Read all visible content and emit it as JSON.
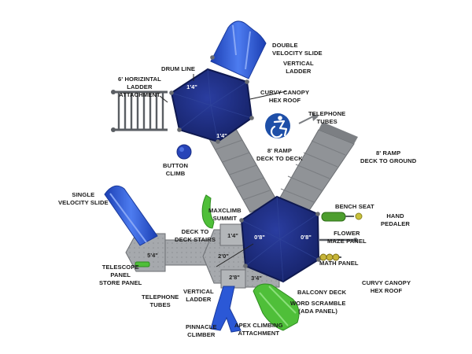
{
  "labels": {
    "double_velocity_slide": [
      "DOUBLE",
      "VELOCITY SLIDE"
    ],
    "vertical_ladder_top": [
      "VERTICAL",
      "LADDER"
    ],
    "drum_line": [
      "DRUM LINE"
    ],
    "horizontal_ladder": [
      "6' HORIZINTAL",
      "LADDER",
      "ATTACHMENT"
    ],
    "curvy_canopy_top": [
      "CURVY CANOPY",
      "HEX ROOF"
    ],
    "telephone_tubes_top": [
      "TELEPHONE",
      "TUBES"
    ],
    "ramp_deck_to_deck": [
      "8' RAMP",
      "DECK TO DECK"
    ],
    "ramp_deck_to_ground": [
      "8' RAMP",
      "DECK TO GROUND"
    ],
    "button_climb": [
      "BUTTON",
      "CLIMB"
    ],
    "single_velocity_slide": [
      "SINGLE",
      "VELOCITY SLIDE"
    ],
    "maxclimb_summit": [
      "MAXCLIMB",
      "SUMMIT"
    ],
    "bench_seat": [
      "BENCH SEAT"
    ],
    "hand_pedaler": [
      "HAND",
      "PEDALER"
    ],
    "deck_to_deck_stairs": [
      "DECK TO",
      "DECK STAIRS"
    ],
    "flower_maze_panel": [
      "FLOWER",
      "MAZE PANEL"
    ],
    "math_panel": [
      "MATH PANEL"
    ],
    "telescope_panel": [
      "TELESCOPE",
      "PANEL",
      "STORE PANEL"
    ],
    "telephone_tubes_bottom": [
      "TELEPHONE",
      "TUBES"
    ],
    "vertical_ladder_bottom": [
      "VERTICAL",
      "LADDER"
    ],
    "balcony_deck": [
      "BALCONY DECK"
    ],
    "curvy_canopy_bottom": [
      "CURVY CANOPY",
      "HEX ROOF"
    ],
    "word_scramble": [
      "WORD SCRAMBLE",
      "(ADA PANEL)"
    ],
    "pinnacle_climber": [
      "PINNACLE",
      "CLIMBER"
    ],
    "apex_climbing": [
      "APEX CLIMBING",
      "ATTACHMENT"
    ]
  },
  "heights": {
    "top_canopy_a": "1'4\"",
    "top_canopy_b": "1'4\"",
    "upper_small_deck": "1'4\"",
    "main_canopy_left": "0'8\"",
    "main_canopy_right": "0'8\"",
    "left_tower": "5'4\"",
    "stair_deck": "2'0\"",
    "lower_deck_a": "2'8\"",
    "lower_deck_b": "3'4\""
  },
  "colors": {
    "canopy_blue": "#1f2f86",
    "slide_blue": "#2b58d6",
    "deck_gray": "#a9acb0",
    "ramp_gray": "#8f9296",
    "climber_green": "#4fbf39",
    "ada_blue": "#1e4fa8"
  },
  "icons": [
    "accessibility-icon"
  ]
}
